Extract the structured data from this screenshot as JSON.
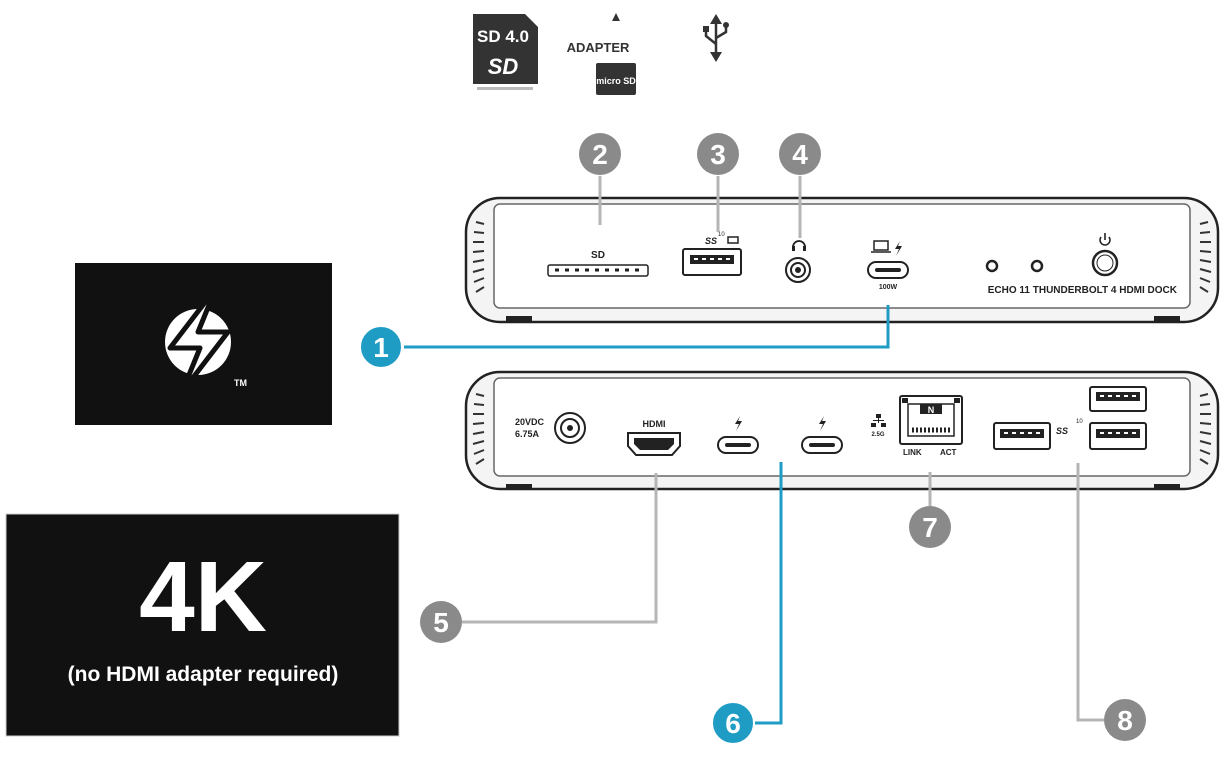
{
  "top_icons": {
    "sd_badge": "SD 4.0",
    "sd_logo": "SD",
    "adapter_label": "ADAPTER",
    "micro_sd_logo": "micro SD"
  },
  "front_panel": {
    "sd_label": "SD",
    "usb_label": "SS",
    "usb_speed": "10",
    "usbc_power_label": "100W",
    "product_name": "ECHO 11 THUNDERBOLT 4 HDMI DOCK"
  },
  "back_panel": {
    "power_label_line1": "20VDC",
    "power_label_line2": "6.75A",
    "hdmi_label": "HDMI",
    "ethernet_speed": "2.5G",
    "link_label": "LINK",
    "act_label": "ACT",
    "usb_label": "SS",
    "usb_speed": "10"
  },
  "callouts": {
    "c1": "1",
    "c2": "2",
    "c3": "3",
    "c4": "4",
    "c5": "5",
    "c6": "6",
    "c7": "7",
    "c8": "8"
  },
  "badges": {
    "thunderbolt_tm": "TM",
    "fourk_title": "4K",
    "fourk_subtitle": "(no HDMI adapter required)"
  },
  "colors": {
    "callout_gray": "#8a8a8a",
    "callout_blue": "#1f9cc4",
    "leader_gray": "#b5b5b5",
    "badge_black": "#111111"
  }
}
